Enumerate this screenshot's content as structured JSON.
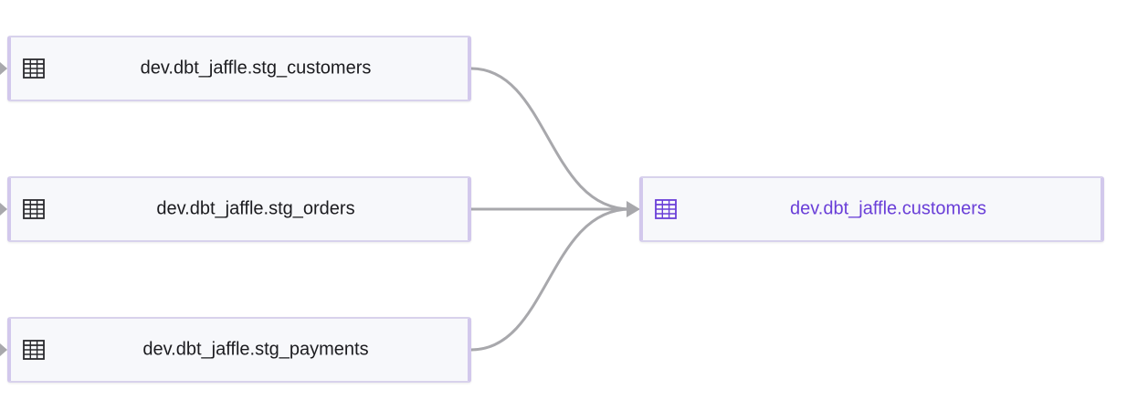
{
  "nodes": [
    {
      "id": "stg_customers",
      "label": "dev.dbt_jaffle.stg_customers",
      "icon": "table-icon",
      "selected": false
    },
    {
      "id": "stg_orders",
      "label": "dev.dbt_jaffle.stg_orders",
      "icon": "table-icon",
      "selected": false
    },
    {
      "id": "stg_payments",
      "label": "dev.dbt_jaffle.stg_payments",
      "icon": "table-icon",
      "selected": false
    },
    {
      "id": "customers",
      "label": "dev.dbt_jaffle.customers",
      "icon": "table-icon",
      "selected": true
    }
  ],
  "edges": [
    {
      "from": "stg_customers",
      "to": "customers"
    },
    {
      "from": "stg_orders",
      "to": "customers"
    },
    {
      "from": "stg_payments",
      "to": "customers"
    }
  ],
  "colors": {
    "edge": "#a8a8ac",
    "node_border": "#d2c8ec",
    "node_background": "#f7f8fb",
    "node_text": "#1b1b1f",
    "selected_text": "#6a3fd8",
    "icon": "#2a2a2e",
    "selected_icon": "#6a3fd8"
  }
}
